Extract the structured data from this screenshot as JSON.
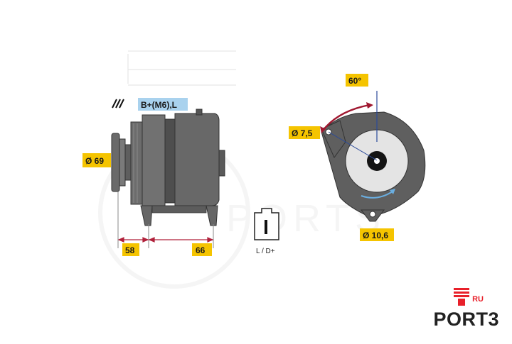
{
  "diagram": {
    "terminal_label": "B+(M6),L",
    "pulley_diameter": "Ø 69",
    "dim_left": "58",
    "dim_right": "66",
    "connector_label": "L / D+",
    "angle_label": "60°",
    "hole_small": "Ø 7,5",
    "hole_large": "Ø 10,6"
  },
  "watermark": {
    "text": "PORTS",
    "ru": "RU"
  },
  "brand": {
    "name": "PORT3",
    "ru": "RU"
  },
  "colors": {
    "label_bg": "#f5c400",
    "terminal_bg": "#a9d2ee",
    "body_gray": "#6f6f6f",
    "body_dark": "#4c4c4c",
    "dim_line": "#b0203a",
    "angle_arc": "#a01830",
    "axis_line": "#2a4a9a",
    "rotation_arrow": "#6aaee0",
    "brand_red": "#e8202a"
  }
}
